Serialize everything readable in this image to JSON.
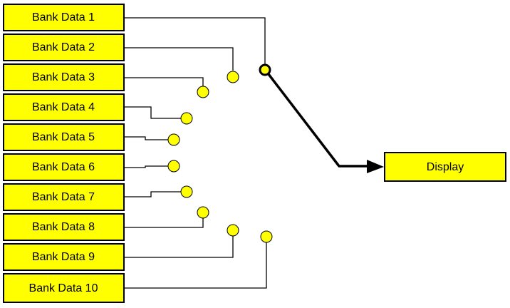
{
  "banks": [
    {
      "label": "Bank Data 1"
    },
    {
      "label": "Bank Data 2"
    },
    {
      "label": "Bank Data 3"
    },
    {
      "label": "Bank Data 4"
    },
    {
      "label": "Bank Data 5"
    },
    {
      "label": "Bank Data 6"
    },
    {
      "label": "Bank Data 7"
    },
    {
      "label": "Bank Data 8"
    },
    {
      "label": "Bank Data 9"
    },
    {
      "label": "Bank Data 10"
    }
  ],
  "display": {
    "label": "Display"
  },
  "colors": {
    "box_fill": "#ffff00",
    "stroke": "#000000"
  }
}
